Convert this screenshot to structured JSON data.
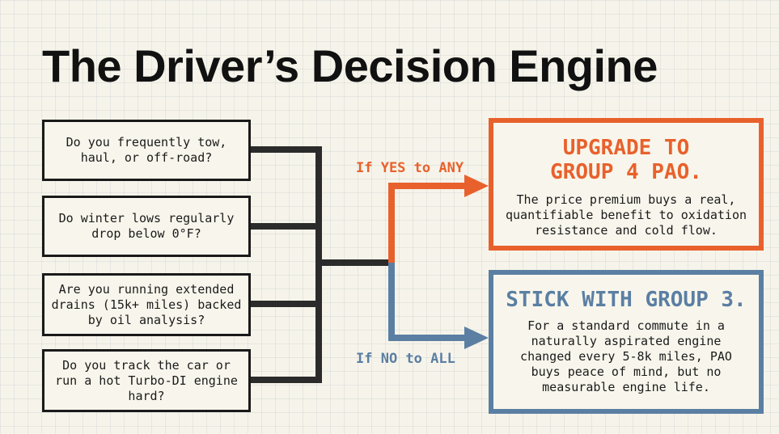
{
  "title": "The Driver’s Decision Engine",
  "questions": [
    {
      "text": "Do you frequently tow, haul, or off-road?"
    },
    {
      "text": "Do winter lows regularly drop below 0°F?"
    },
    {
      "text": "Are you running extended drains (15k+ miles) backed by oil analysis?"
    },
    {
      "text": "Do you track the car or run a hot Turbo-DI engine hard?"
    }
  ],
  "branches": {
    "yes_label": "If YES to ANY",
    "no_label": "If NO to ALL"
  },
  "outcomes": {
    "upgrade": {
      "title": "UPGRADE TO GROUP 4 PAO.",
      "body": "The price premium buys a real, quantifiable benefit to oxidation resistance and cold flow."
    },
    "stick": {
      "title": "STICK WITH GROUP 3.",
      "body": "For a standard commute in a naturally aspirated engine changed every 5-8k miles, PAO buys peace of mind, but no measurable engine life."
    }
  },
  "colors": {
    "yes": "#e8612c",
    "no": "#5b7fa3",
    "ink": "#1a1a1a"
  }
}
